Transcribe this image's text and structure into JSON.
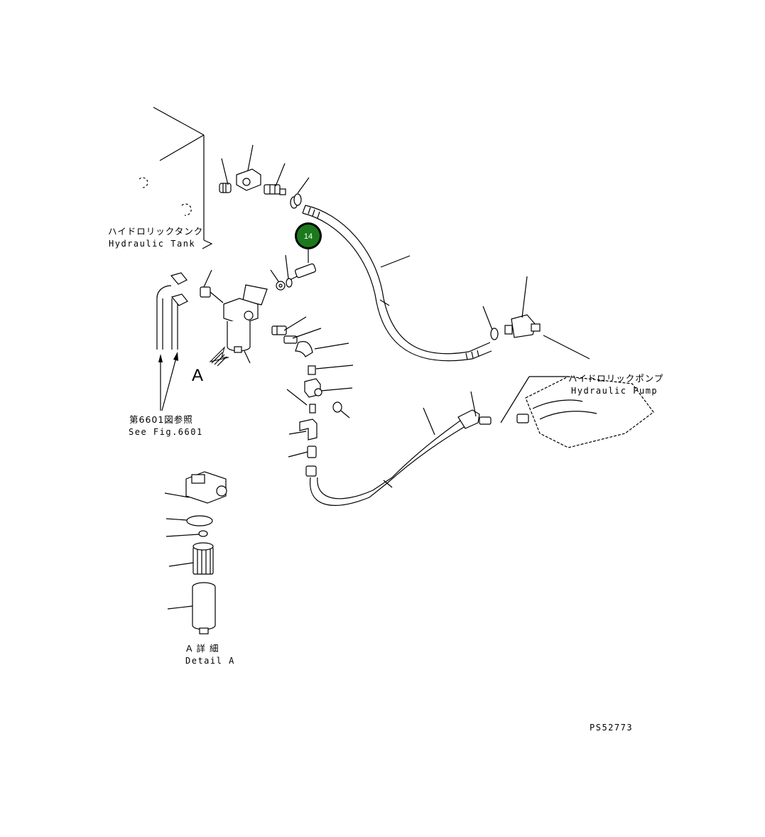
{
  "labels": {
    "tank_jp": "ハイドロリックタンク",
    "tank_en": "Hydraulic Tank",
    "pump_jp": "ハイドロリックポンプ",
    "pump_en": "Hydraulic Pump",
    "see_fig_jp": "第6601図参照",
    "see_fig_en": "See Fig.6601",
    "view_letter": "A",
    "detail_jp": "A 詳 細",
    "detail_en": "Detail A",
    "drawing_no": "PS52773"
  },
  "callout": {
    "number": "14",
    "color": "#1b7a1b"
  }
}
